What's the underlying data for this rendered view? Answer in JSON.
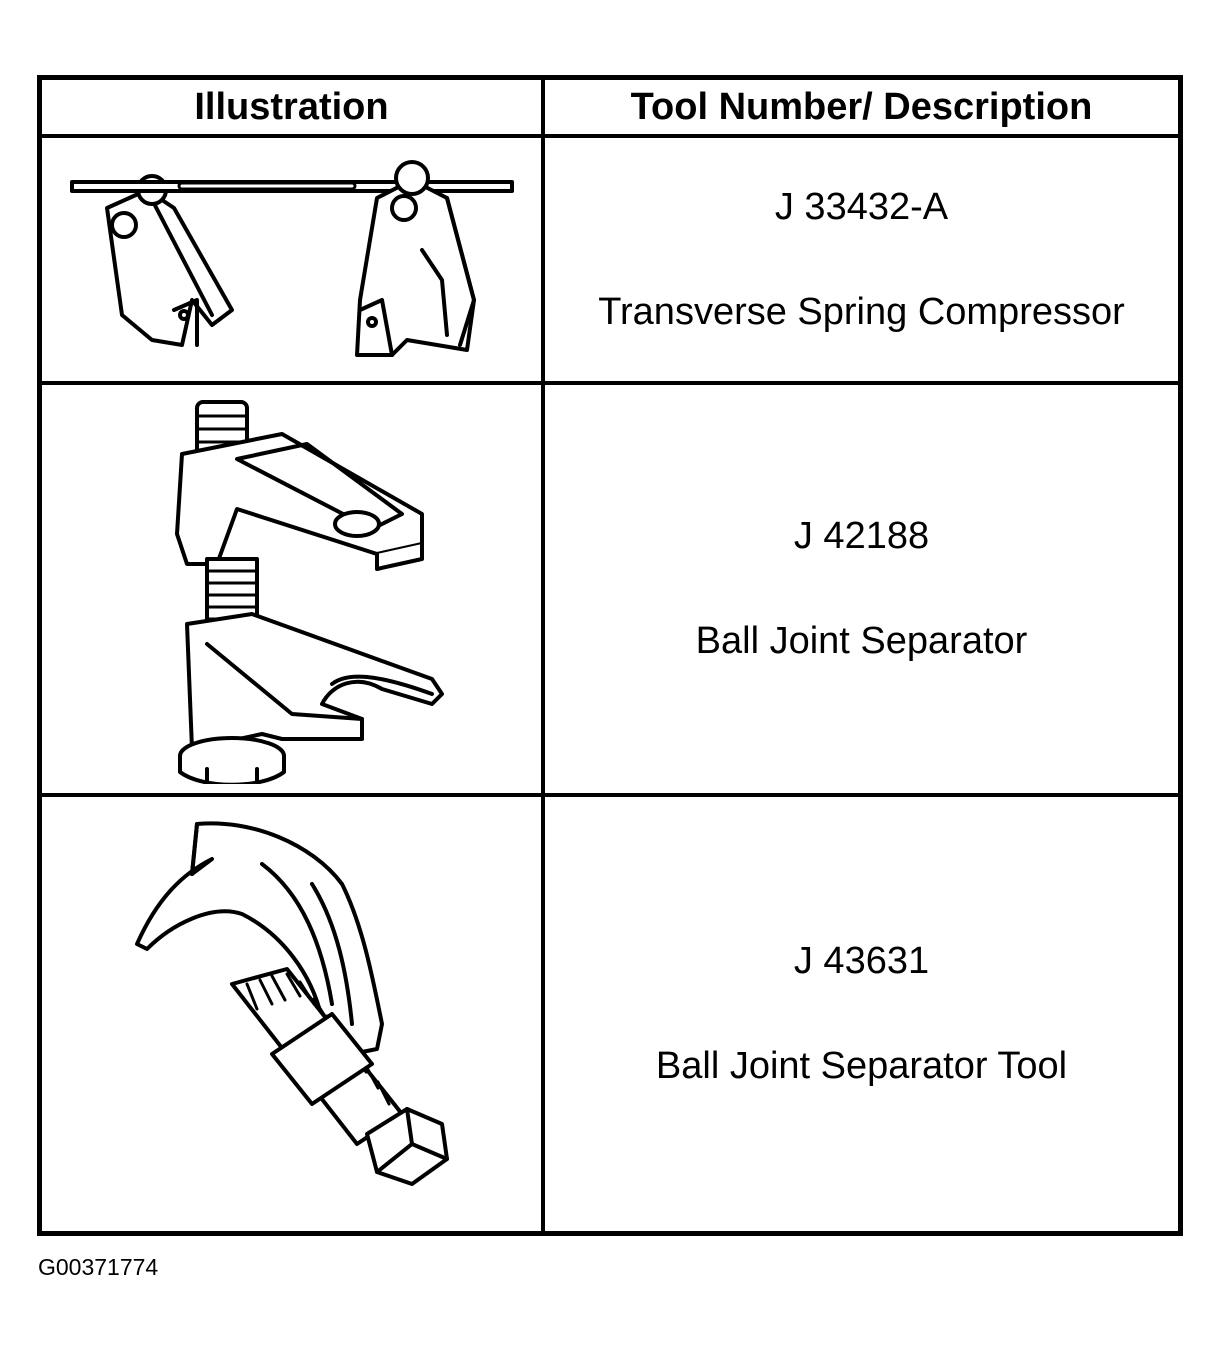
{
  "table": {
    "headers": {
      "illustration": "Illustration",
      "description": "Tool Number/ Description"
    },
    "rows": [
      {
        "tool_number": "J 33432-A",
        "description": "Transverse Spring Compressor",
        "icon": "transverse-spring-compressor-icon"
      },
      {
        "tool_number": "J 42188",
        "description": "Ball Joint Separator",
        "icon": "ball-joint-separator-icon"
      },
      {
        "tool_number": "J 43631",
        "description": "Ball Joint Separator Tool",
        "icon": "ball-joint-separator-tool-icon"
      }
    ]
  },
  "figure_id": "G00371774",
  "colors": {
    "ink": "#000000",
    "paper": "#ffffff"
  }
}
